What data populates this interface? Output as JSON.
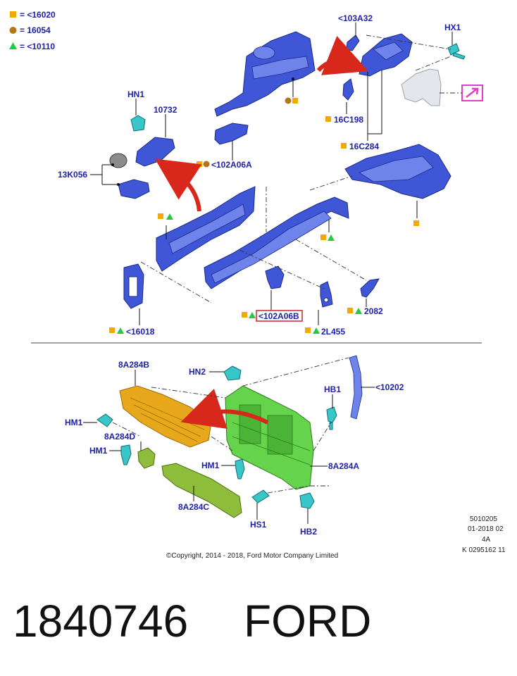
{
  "legend": [
    {
      "symbol": "square",
      "color": "#f2a900",
      "text": "= <16020"
    },
    {
      "symbol": "circle",
      "color": "#b07818",
      "text": "= 16054"
    },
    {
      "symbol": "triangle",
      "color": "#27c93f",
      "text": "= <10110"
    }
  ],
  "labels": {
    "p103A32": "<103A32",
    "hx1": "HX1",
    "hn1": "HN1",
    "p10732": "10732",
    "p13K056": "13K056",
    "p102A06A": "<102A06A",
    "p16C198": "16C198",
    "p16C284": "16C284",
    "p16018": "<16018",
    "p102A06B": "<102A06B",
    "p2L455": "2L455",
    "p2082": "2082",
    "p8A284B": "8A284B",
    "hn2": "HN2",
    "p10202": "<10202",
    "hb1": "HB1",
    "hm1a": "HM1",
    "p8A284D": "8A284D",
    "hm1b": "HM1",
    "hm1c": "HM1",
    "p8A284A": "8A284A",
    "p8A284C": "8A284C",
    "hs1": "HS1",
    "hb2": "HB2"
  },
  "meta": {
    "code1": "5010205",
    "code2": "01-2018 02",
    "code3": "4A",
    "code4": "K 0295162 11",
    "copyright": "©Copyright, 2014 - 2018, Ford Motor Company Limited"
  },
  "footer": {
    "part_number": "1840746",
    "brand": "FORD"
  },
  "colors": {
    "label_text": "#1f22a8",
    "highlight_box": "#d6202a",
    "magenta_box": "#e040c8",
    "arrow_red": "#d8281c"
  }
}
